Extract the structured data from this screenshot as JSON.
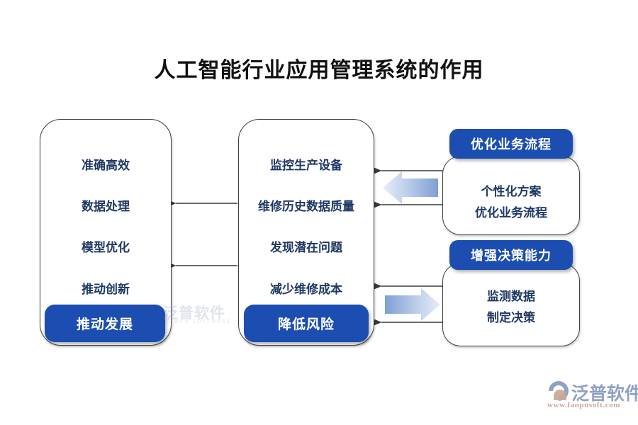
{
  "page": {
    "title": "人工智能行业应用管理系统的作用",
    "background": "#ffffff",
    "accent_blue": "#1C4DB0",
    "text_navy": "#1F3864",
    "arrow_gradient_from": "#9DB6E0",
    "arrow_gradient_to": "#E3EBF7"
  },
  "left_column": {
    "items": [
      {
        "label": "准确高效"
      },
      {
        "label": "数据处理"
      },
      {
        "label": "模型优化"
      },
      {
        "label": "推动创新"
      }
    ],
    "highlight": "推动发展"
  },
  "middle_column": {
    "items": [
      {
        "label": "监控生产设备"
      },
      {
        "label": "维修历史数据质量"
      },
      {
        "label": "发现潜在问题"
      },
      {
        "label": "减少维修成本"
      }
    ],
    "highlight": "降低风险"
  },
  "right_cards": [
    {
      "header": "优化业务流程",
      "lines": [
        "个性化方案",
        "优化业务流程"
      ]
    },
    {
      "header": "增强决策能力",
      "lines": [
        "监测数据",
        "制定决策"
      ]
    }
  ],
  "connectors": {
    "thin_arrows": [
      {
        "name": "middle-to-left-upper",
        "direction": "left"
      },
      {
        "name": "middle-to-left-lower",
        "direction": "left"
      },
      {
        "name": "right-top-to-middle-upper",
        "direction": "left"
      },
      {
        "name": "right-top-to-middle-lower",
        "direction": "left"
      },
      {
        "name": "right-bottom-to-middle-upper",
        "direction": "left"
      },
      {
        "name": "right-bottom-to-middle-lower",
        "direction": "left"
      }
    ],
    "block_arrows": [
      {
        "name": "block-arrow-upper",
        "direction": "left"
      },
      {
        "name": "block-arrow-lower",
        "direction": "right"
      }
    ]
  },
  "watermark": {
    "text": "泛普软件",
    "sub": "FANPU SOFTWARE"
  },
  "brand": {
    "name": "泛普软件",
    "url": "www.fanpusoft.com"
  }
}
